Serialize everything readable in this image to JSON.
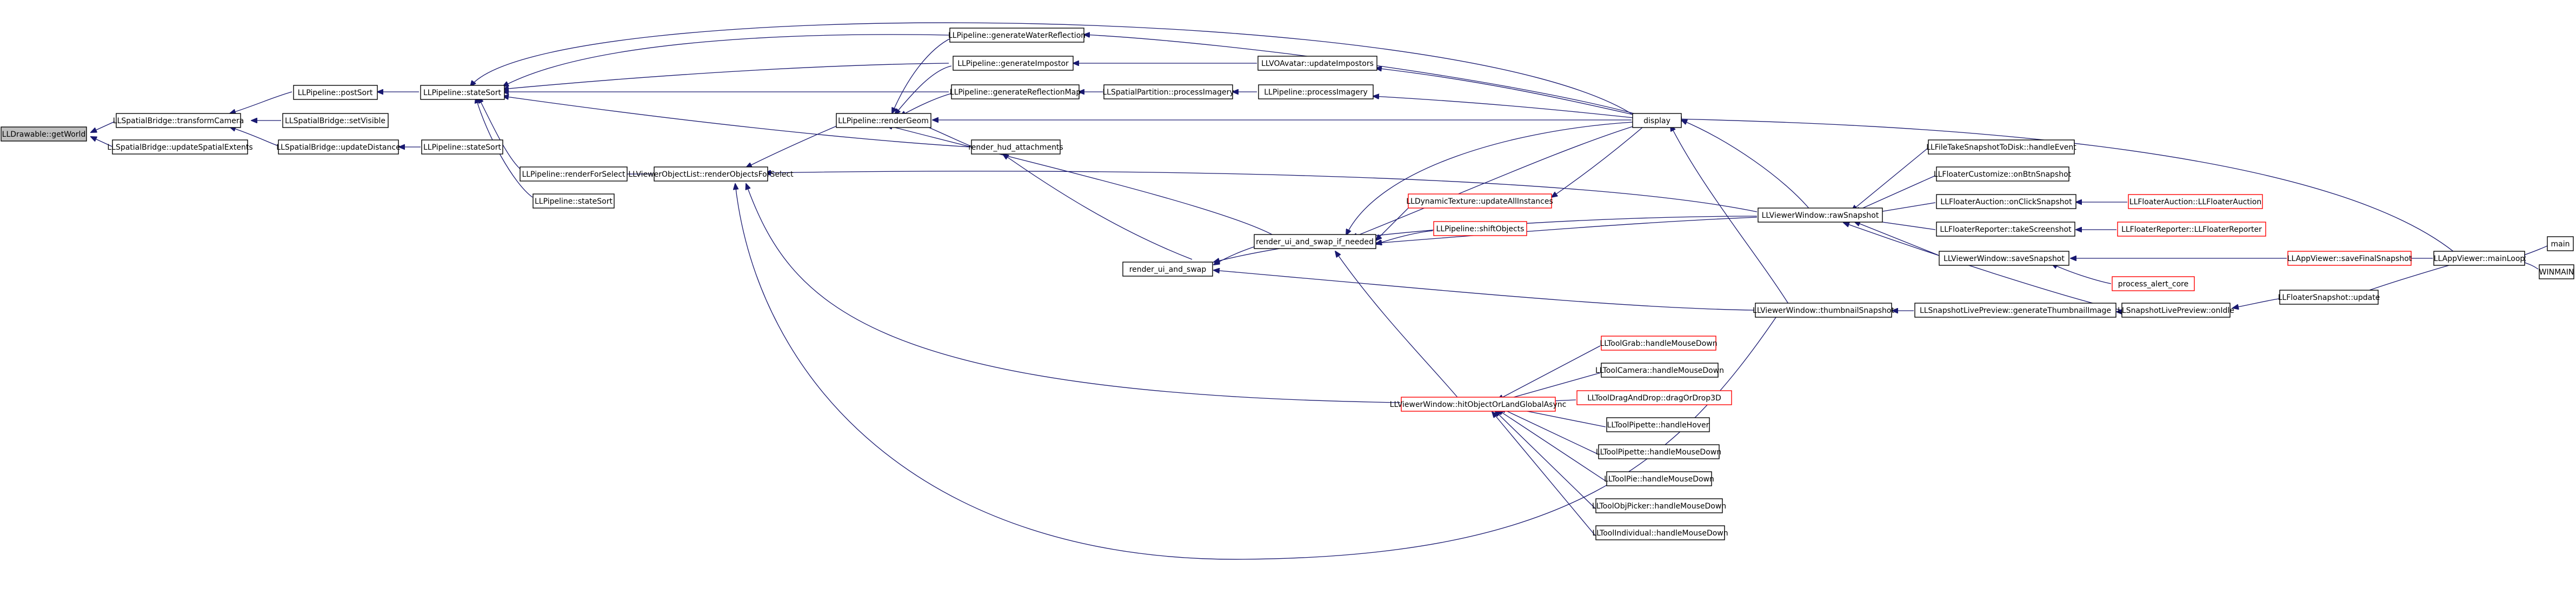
{
  "colors": {
    "edge": "#191970",
    "root_fill": "#bfbfbf",
    "truncated_border": "#ff0000",
    "node_border": "#000000"
  },
  "nodes": [
    {
      "id": "n_root",
      "label": "LLDrawable::getWorld",
      "kind": "root"
    },
    {
      "id": "n_tc",
      "label": "LLSpatialBridge::transformCamera",
      "kind": "normal"
    },
    {
      "id": "n_use",
      "label": "LLSpatialBridge::updateSpatialExtents",
      "kind": "normal"
    },
    {
      "id": "n_ps",
      "label": "LLPipeline::postSort",
      "kind": "normal"
    },
    {
      "id": "n_sv",
      "label": "LLSpatialBridge::setVisible",
      "kind": "normal"
    },
    {
      "id": "n_ud",
      "label": "LLSpatialBridge::updateDistance",
      "kind": "normal"
    },
    {
      "id": "n_ss1",
      "label": "LLPipeline::stateSort",
      "kind": "normal"
    },
    {
      "id": "n_ss2",
      "label": "LLPipeline::stateSort",
      "kind": "normal"
    },
    {
      "id": "n_rfs",
      "label": "LLPipeline::renderForSelect",
      "kind": "normal"
    },
    {
      "id": "n_ss3",
      "label": "LLPipeline::stateSort",
      "kind": "normal"
    },
    {
      "id": "n_rofs",
      "label": "LLViewerObjectList::renderObjectsForSelect",
      "kind": "normal"
    },
    {
      "id": "n_rg",
      "label": "LLPipeline::renderGeom",
      "kind": "normal"
    },
    {
      "id": "n_gwr",
      "label": "LLPipeline::generateWaterReflection",
      "kind": "normal"
    },
    {
      "id": "n_gi",
      "label": "LLPipeline::generateImpostor",
      "kind": "normal"
    },
    {
      "id": "n_grm",
      "label": "LLPipeline::generateReflectionMap",
      "kind": "normal"
    },
    {
      "id": "n_rha",
      "label": "render_hud_attachments",
      "kind": "normal"
    },
    {
      "id": "n_rus",
      "label": "render_ui_and_swap",
      "kind": "normal"
    },
    {
      "id": "n_rusin",
      "label": "render_ui_and_swap_if_needed",
      "kind": "normal"
    },
    {
      "id": "n_ui",
      "label": "LLVOAvatar::updateImpostors",
      "kind": "normal"
    },
    {
      "id": "n_spi",
      "label": "LLSpatialPartition::processImagery",
      "kind": "normal"
    },
    {
      "id": "n_ppi",
      "label": "LLPipeline::processImagery",
      "kind": "normal"
    },
    {
      "id": "n_dta",
      "label": "LLDynamicTexture::updateAllInstances",
      "kind": "trunc"
    },
    {
      "id": "n_sao",
      "label": "LLPipeline::shiftObjects",
      "kind": "trunc"
    },
    {
      "id": "n_hit",
      "label": "LLViewerWindow::hitObjectOrLandGlobalAsync",
      "kind": "trunc"
    },
    {
      "id": "n_disp",
      "label": "display",
      "kind": "normal"
    },
    {
      "id": "n_raw",
      "label": "LLViewerWindow::rawSnapshot",
      "kind": "normal"
    },
    {
      "id": "n_thumb",
      "label": "LLViewerWindow::thumbnailSnapshot",
      "kind": "normal"
    },
    {
      "id": "n_tgmd",
      "label": "LLToolGrab::handleMouseDown",
      "kind": "trunc"
    },
    {
      "id": "n_tcmd",
      "label": "LLToolCamera::handleMouseDown",
      "kind": "normal"
    },
    {
      "id": "n_tdd",
      "label": "LLToolDragAndDrop::dragOrDrop3D",
      "kind": "trunc"
    },
    {
      "id": "n_tph",
      "label": "LLToolPipette::handleHover",
      "kind": "normal"
    },
    {
      "id": "n_tpmd",
      "label": "LLToolPipette::handleMouseDown",
      "kind": "normal"
    },
    {
      "id": "n_tpie",
      "label": "LLToolPie::handleMouseDown",
      "kind": "normal"
    },
    {
      "id": "n_tobj",
      "label": "LLToolObjPicker::handleMouseDown",
      "kind": "normal"
    },
    {
      "id": "n_tind",
      "label": "LLToolIndividual::handleMouseDown",
      "kind": "normal"
    },
    {
      "id": "n_tsd",
      "label": "LLFileTakeSnapshotToDisk::handleEvent",
      "kind": "normal"
    },
    {
      "id": "n_fcos",
      "label": "LLFloaterCustomize::onBtnSnapshot",
      "kind": "normal"
    },
    {
      "id": "n_faos",
      "label": "LLFloaterAuction::onClickSnapshot",
      "kind": "normal"
    },
    {
      "id": "n_frts",
      "label": "LLFloaterReporter::takeScreenshot",
      "kind": "normal"
    },
    {
      "id": "n_vwss",
      "label": "LLViewerWindow::saveSnapshot",
      "kind": "normal"
    },
    {
      "id": "n_pac",
      "label": "process_alert_core",
      "kind": "trunc"
    },
    {
      "id": "n_slpgt",
      "label": "LLSnapshotLivePreview::generateThumbnailImage",
      "kind": "normal"
    },
    {
      "id": "n_fa",
      "label": "LLFloaterAuction::LLFloaterAuction",
      "kind": "trunc"
    },
    {
      "id": "n_fr",
      "label": "LLFloaterReporter::LLFloaterReporter",
      "kind": "trunc"
    },
    {
      "id": "n_avsfs",
      "label": "LLAppViewer::saveFinalSnapshot",
      "kind": "trunc"
    },
    {
      "id": "n_slpoi",
      "label": "LLSnapshotLivePreview::onIdle",
      "kind": "normal"
    },
    {
      "id": "n_fsu",
      "label": "LLFloaterSnapshot::update",
      "kind": "normal"
    },
    {
      "id": "n_ml",
      "label": "LLAppViewer::mainLoop",
      "kind": "normal"
    },
    {
      "id": "n_main",
      "label": "main",
      "kind": "normal"
    },
    {
      "id": "n_winmain",
      "label": "WINMAIN",
      "kind": "normal"
    }
  ]
}
